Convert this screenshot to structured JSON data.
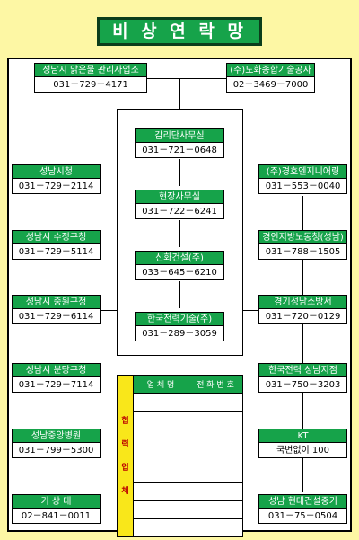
{
  "title": "비 상 연 락 망",
  "top_left": {
    "label": "성남시 맑은물 관리사업소",
    "phone": "031－729－4171"
  },
  "top_right": {
    "label": "(주)도화종합기술공사",
    "phone": "02－3469－7000"
  },
  "center": [
    {
      "label": "감리단사무실",
      "phone": "031－721－0648"
    },
    {
      "label": "현장사무실",
      "phone": "031－722－6241"
    },
    {
      "label": "신화건설(주)",
      "phone": "033－645－6210"
    },
    {
      "label": "한국전력기술(주)",
      "phone": "031－289－3059"
    }
  ],
  "left": [
    {
      "label": "성남시청",
      "phone": "031－729－2114"
    },
    {
      "label": "성남시 수정구청",
      "phone": "031－729－5114"
    },
    {
      "label": "성남시 중원구청",
      "phone": "031－729－6114"
    },
    {
      "label": "성남시 분당구청",
      "phone": "031－729－7114"
    },
    {
      "label": "성남중앙병원",
      "phone": "031－799－5300"
    },
    {
      "label": "기 상 대",
      "phone": "02－841－0011"
    }
  ],
  "right": [
    {
      "label": "(주)경호엔지니어링",
      "phone": "031－553－0040"
    },
    {
      "label": "경인지방노동청(성남)",
      "phone": "031－788－1505"
    },
    {
      "label": "경기성남소방서",
      "phone": "031－720－0129"
    },
    {
      "label": "한국전력 성남지점",
      "phone": "031－750－3203"
    },
    {
      "label": "KT",
      "phone": "국번없이 100"
    },
    {
      "label": "성남 현대건설중기",
      "phone": "031－75－0504"
    }
  ],
  "partners": {
    "side_label": "협 력 업 체",
    "col_company": "업 체 명",
    "col_phone": "전 화 번 호"
  }
}
